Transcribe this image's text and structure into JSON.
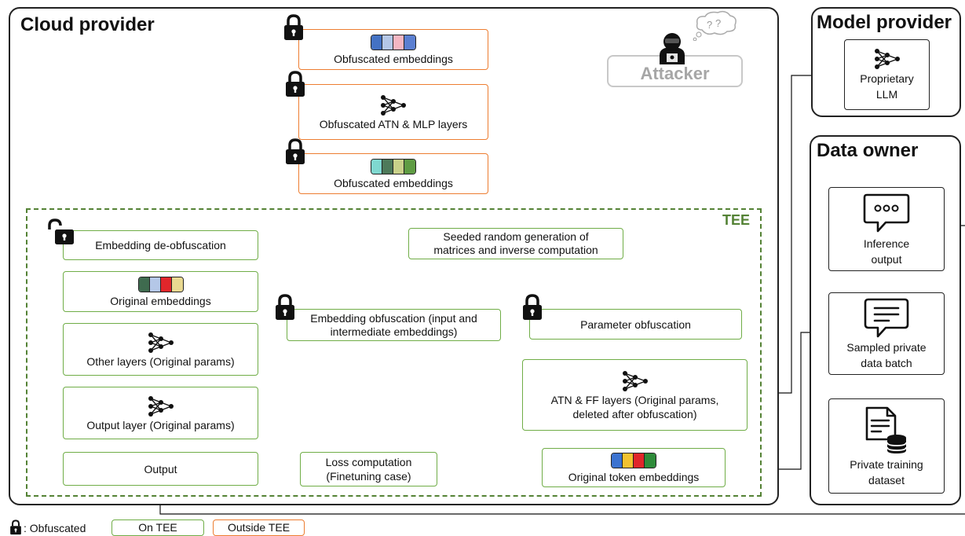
{
  "panels": {
    "cloud": "Cloud provider",
    "model": "Model provider",
    "data": "Data owner"
  },
  "tee_label": "TEE",
  "attacker_label": "Attacker",
  "boxes": {
    "obf_emb_top": "Obfuscated embeddings",
    "obf_layers": "Obfuscated ATN & MLP layers",
    "obf_emb_mid": "Obfuscated embeddings",
    "emb_deobf": "Embedding de-obfuscation",
    "orig_emb": "Original embeddings",
    "other_layers": "Other layers (Original params)",
    "output_layer": "Output layer (Original params)",
    "output": "Output",
    "seeded_1": "Seeded random generation of",
    "seeded_2": "matrices and inverse computation",
    "emb_obf_1": "Embedding obfuscation (input and",
    "emb_obf_2": "intermediate embeddings)",
    "param_obf": "Parameter obfuscation",
    "atn_ff_1": "ATN & FF layers (Original params,",
    "atn_ff_2": "deleted after obfuscation)",
    "loss_1": "Loss computation",
    "loss_2": "(Finetuning case)",
    "orig_token_emb": "Original token embeddings",
    "proprietary_1": "Proprietary",
    "proprietary_2": "LLM",
    "inference_1": "Inference",
    "inference_2": "output",
    "sampled_1": "Sampled private",
    "sampled_2": "data batch",
    "training_1": "Private training",
    "training_2": "dataset"
  },
  "legend": {
    "obfuscated": ": Obfuscated",
    "on_tee": "On TEE",
    "outside_tee": "Outside TEE"
  },
  "colors": {
    "on_tee": "#70ad47",
    "outside_tee": "#ed7d31",
    "tee_border": "#548235",
    "emb_top": [
      "#4472c4",
      "#b4c7e7",
      "#f4b6c2",
      "#5b7fd1"
    ],
    "emb_mid": [
      "#7fd8d0",
      "#4e7a5a",
      "#c9d18a",
      "#5f9c43"
    ],
    "emb_orig": [
      "#3f6b4f",
      "#b4c7e7",
      "#e0262b",
      "#e8d890"
    ],
    "emb_token": [
      "#3c73d0",
      "#f2c230",
      "#e0262b",
      "#2e8b3a"
    ]
  },
  "icons": [
    "lock-icon",
    "unlock-icon",
    "neural-network-icon",
    "chat-bubble-icon",
    "document-icon",
    "dataset-icon",
    "hacker-icon",
    "thought-cloud-icon"
  ]
}
